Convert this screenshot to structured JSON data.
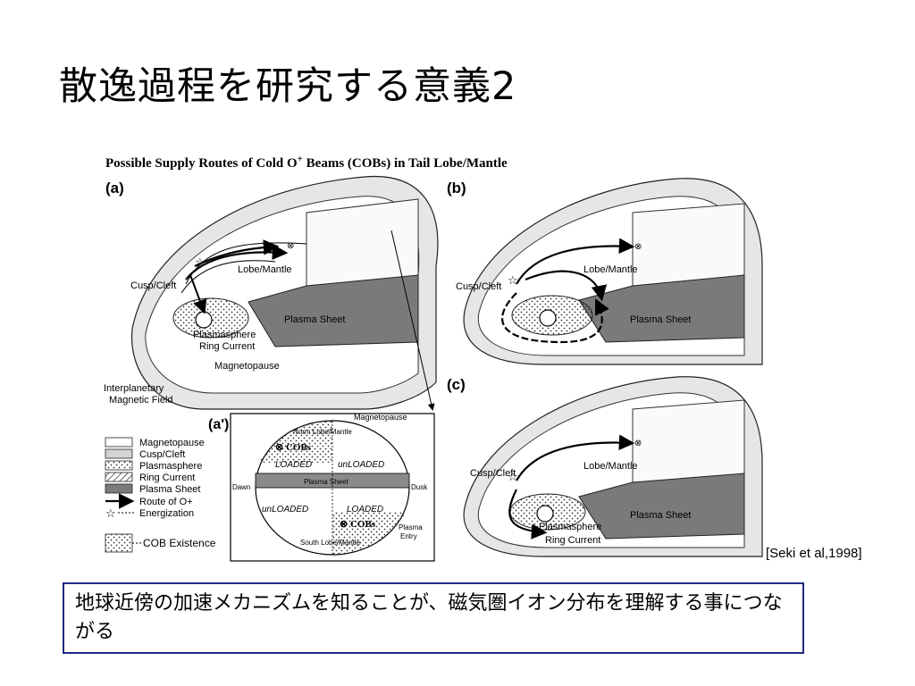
{
  "slide": {
    "title": "散逸過程を研究する意義2",
    "citation": "[Seki et al,1998]",
    "summary": "地球近傍の加速メカニズムを知ることが、磁気圏イオン分布を理解する事につながる"
  },
  "figure": {
    "heading": "Possible Supply Routes of Cold O",
    "heading_sup": "+",
    "heading_tail": " Beams (COBs) in Tail Lobe/Mantle",
    "panel_a": {
      "label": "(a)",
      "lobe_mantle": "Lobe/Mantle",
      "cusp_cleft": "Cusp/Cleft",
      "plasma_sheet": "Plasma Sheet",
      "plasmasphere": "Plasmasphere",
      "ring_current": "Ring Current",
      "magnetopause": "Magnetopause",
      "imf_line1": "Interplanetary",
      "imf_line2": "Magnetic Field"
    },
    "panel_b": {
      "label": "(b)",
      "lobe_mantle": "Lobe/Mantle",
      "cusp_cleft": "Cusp/Cleft",
      "plasma_sheet": "Plasma Sheet"
    },
    "panel_c": {
      "label": "(c)",
      "lobe_mantle": "Lobe/Mantle",
      "cusp_cleft": "Cusp/Cleft",
      "plasma_sheet": "Plasma Sheet",
      "plasmasphere": "Plasmasphere",
      "ring_current": "Ring Current"
    },
    "panel_a_prime": {
      "label": "(a')",
      "magnetopause": "Magnetopause",
      "north": "Norm Lobe/Mantle",
      "south": "South Lobe/Mantle",
      "cobs": "COBs",
      "loaded": "LOADED",
      "unloaded": "unLOADED",
      "plasma_sheet": "Plasma Sheet",
      "dawn": "Dawn",
      "dusk": "Dusk",
      "plasma_entry_1": "Plasma",
      "plasma_entry_2": "Entry"
    },
    "legend": [
      {
        "label": "Magnetopause"
      },
      {
        "label": "Cusp/Cleft"
      },
      {
        "label": "Plasmasphere"
      },
      {
        "label": "Ring Current"
      },
      {
        "label": "Plasma Sheet"
      },
      {
        "label": "Route of O+"
      },
      {
        "label": "Energization"
      }
    ],
    "cob_existence": "COB Existence"
  }
}
